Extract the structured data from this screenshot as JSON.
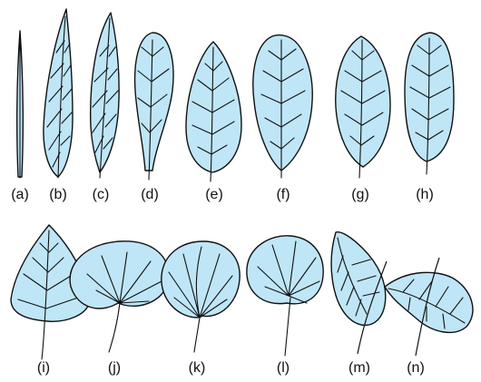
{
  "labels": {
    "a": "(a)",
    "b": "(b)",
    "c": "(c)",
    "d": "(d)",
    "e": "(e)",
    "f": "(f)",
    "g": "(g)",
    "h": "(h)",
    "i": "(i)",
    "j": "(j)",
    "k": "(k)",
    "l": "(l)",
    "m": "(m)",
    "n": "(n)"
  },
  "colors": {
    "leaf_fill": "#bfe6f7",
    "outline": "#111111"
  }
}
